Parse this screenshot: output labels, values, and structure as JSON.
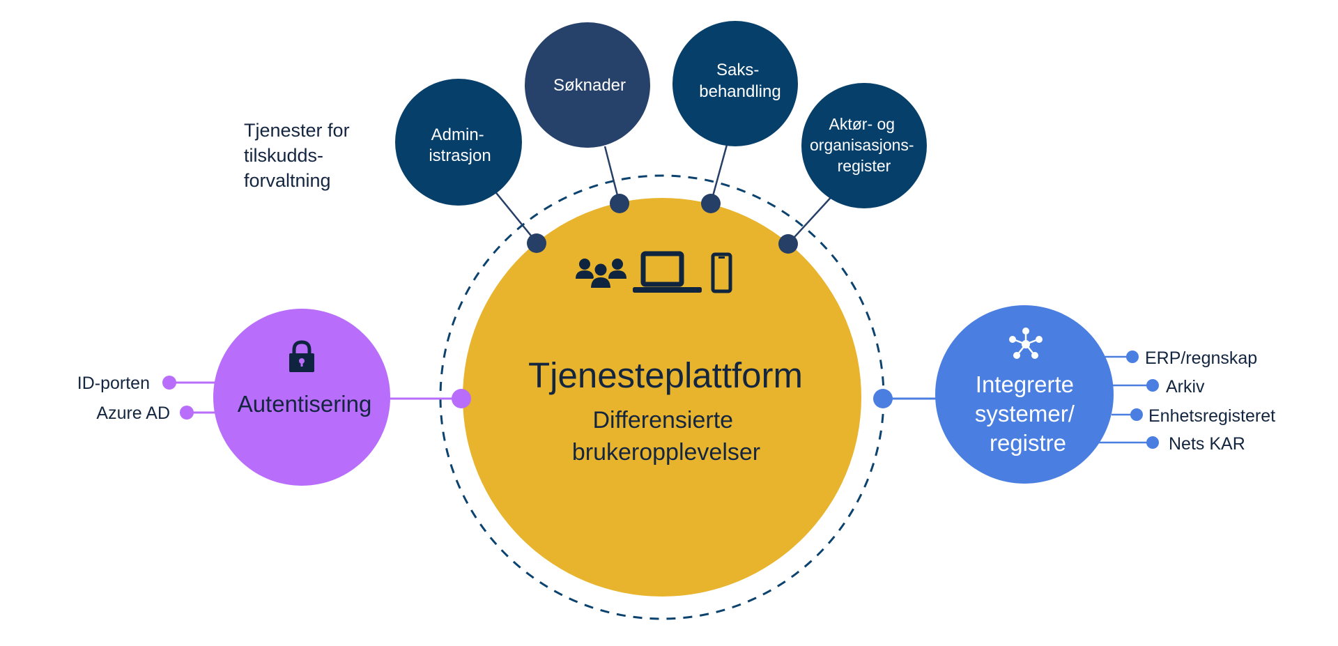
{
  "colors": {
    "navy": "#073f6b",
    "slate_navy": "#26416a",
    "connector": "#253f67",
    "yellow": "#e8b42d",
    "purple": "#b86dfb",
    "blue": "#4a7fe1",
    "text_dark": "#14253f",
    "icon_dark": "#0f243f",
    "white": "#ffffff"
  },
  "side_note": {
    "lines": [
      "Tjenester for",
      "tilskudds-",
      "forvaltning"
    ]
  },
  "services": [
    {
      "id": "administrasjon",
      "lines": [
        "Admin-",
        "istrasjon"
      ],
      "color_key": "navy"
    },
    {
      "id": "soknader",
      "lines": [
        "Søknader"
      ],
      "color_key": "slate_navy"
    },
    {
      "id": "saksbehandling",
      "lines": [
        "Saks-",
        "behandling"
      ],
      "color_key": "navy"
    },
    {
      "id": "aktor-register",
      "lines": [
        "Aktør- og",
        "organisasjons-",
        "register"
      ],
      "color_key": "navy"
    }
  ],
  "platform": {
    "title": "Tjenesteplattform",
    "subtitle_lines": [
      "Differensierte",
      "brukeropplevelser"
    ],
    "icons": [
      "users-group-icon",
      "laptop-icon",
      "smartphone-icon"
    ]
  },
  "authentication": {
    "title": "Autentisering",
    "icon": "lock-icon",
    "providers": [
      "ID-porten",
      "Azure AD"
    ]
  },
  "integrations": {
    "title_lines": [
      "Integrerte",
      "systemer/",
      "registre"
    ],
    "icon": "network-hub-icon",
    "systems": [
      "ERP/regnskap",
      "Arkiv",
      "Enhetsregisteret",
      "Nets KAR"
    ]
  }
}
